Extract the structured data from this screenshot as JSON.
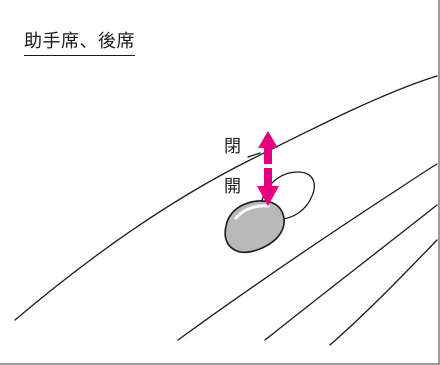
{
  "diagram": {
    "title": "助手席、後席",
    "labels": {
      "close": "閉",
      "open": "開"
    },
    "colors": {
      "line": "#1a1a1a",
      "border": "#7a7a7a",
      "arrow": "#e4007f",
      "switch_fill": "#b9b9b9",
      "switch_highlight": "#ffffff"
    },
    "icons": {
      "close_arrow": "arrow-up-icon",
      "open_arrow": "arrow-down-icon"
    }
  }
}
